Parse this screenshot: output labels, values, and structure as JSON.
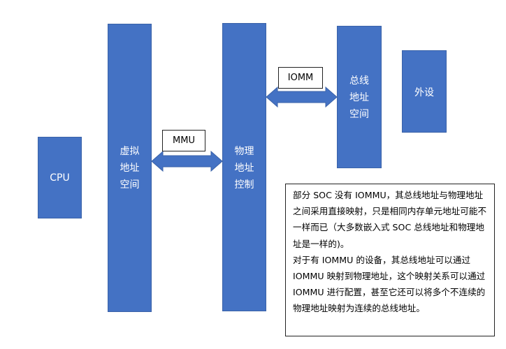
{
  "colors": {
    "block_fill": "#4472c4",
    "arrow_fill": "#4472c4"
  },
  "blocks": {
    "cpu": "CPU",
    "virtual_space": "虚拟\n地址\n空间",
    "physical_control": "物理\n地址\n控制",
    "bus_space": "总线\n地址\n空间",
    "peripheral": "外设"
  },
  "labels": {
    "mmu": "MMU",
    "iomm": "IOMM"
  },
  "note": {
    "paragraph_1": "部分 SOC 没有 IOMMU，其总线地址与物理地址之间采用直接映射，只是相同内存单元地址可能不一样而已（大多数嵌入式 SOC 总线地址和物理地址是一样的)。",
    "paragraph_2": "对于有 IOMMU 的设备，其总线地址可以通过 IOMMU 映射到物理地址，这个映射关系可以通过 IOMMU 进行配置，甚至它还可以将多个不连续的物理地址映射为连续的总线地址。"
  }
}
